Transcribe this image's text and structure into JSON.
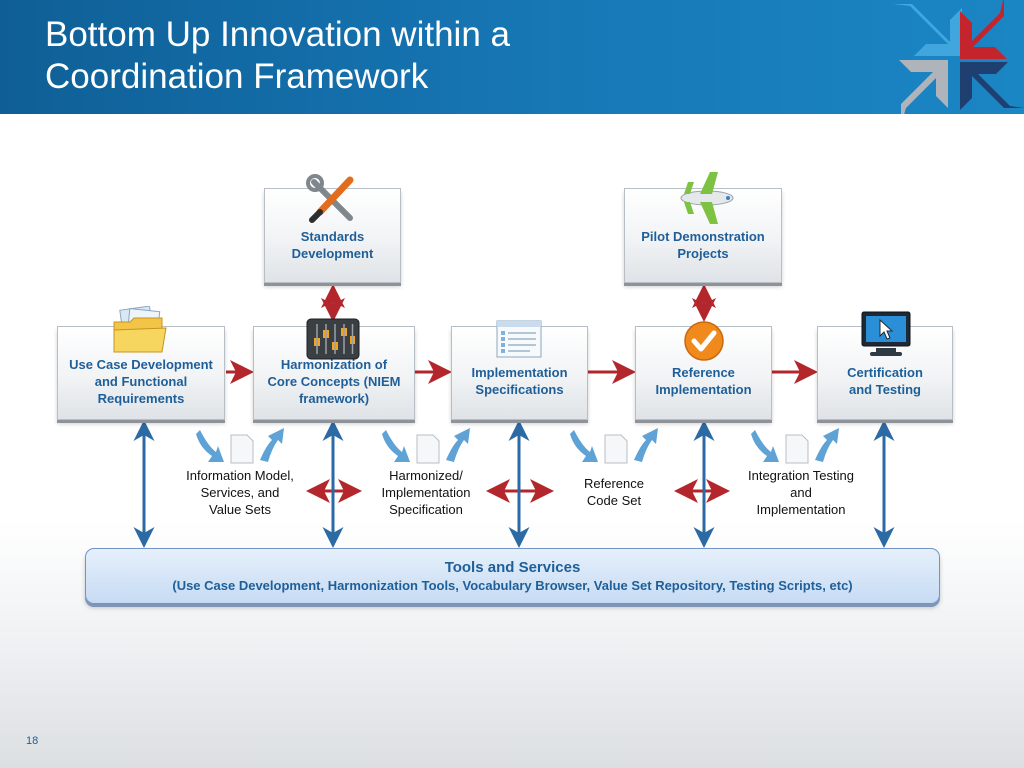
{
  "slide": {
    "title": "Bottom Up Innovation within a\nCoordination Framework",
    "page_number": "18"
  },
  "top_boxes": [
    {
      "label": "Standards\nDevelopment",
      "icon": "wrench-screwdriver-icon"
    },
    {
      "label": "Pilot Demonstration\nProjects",
      "icon": "airplane-icon"
    }
  ],
  "process_boxes": [
    {
      "label": "Use Case Development\nand Functional\nRequirements",
      "icon": "folder-icon"
    },
    {
      "label": "Harmonization of\nCore Concepts (NIEM\nframework)",
      "icon": "mixer-sliders-icon"
    },
    {
      "label": "Implementation\nSpecifications",
      "icon": "document-list-icon"
    },
    {
      "label": "Reference\nImplementation",
      "icon": "checkmark-badge-icon"
    },
    {
      "label": "Certification\nand Testing",
      "icon": "monitor-cursor-icon"
    }
  ],
  "artifacts": [
    {
      "label": "Information Model,\nServices, and\nValue Sets"
    },
    {
      "label": "Harmonized/\nImplementation\nSpecification"
    },
    {
      "label": "Reference\nCode Set"
    },
    {
      "label": "Integration Testing\nand\nImplementation"
    }
  ],
  "tools": {
    "title": "Tools and Services",
    "subtitle": "(Use Case Development, Harmonization Tools, Vocabulary Browser, Value Set Repository, Testing Scripts, etc)"
  },
  "colors": {
    "header_blue": "#1778b6",
    "label_blue": "#1f5f99",
    "flow_arrow_red": "#b3262b",
    "link_arrow_blue": "#2c6aa5",
    "curved_arrow_light_blue": "#5fa2d6",
    "logo_red": "#c4252d",
    "logo_navy": "#1f3f70",
    "logo_gray": "#aeb4ba",
    "logo_light_blue": "#41a6de"
  }
}
